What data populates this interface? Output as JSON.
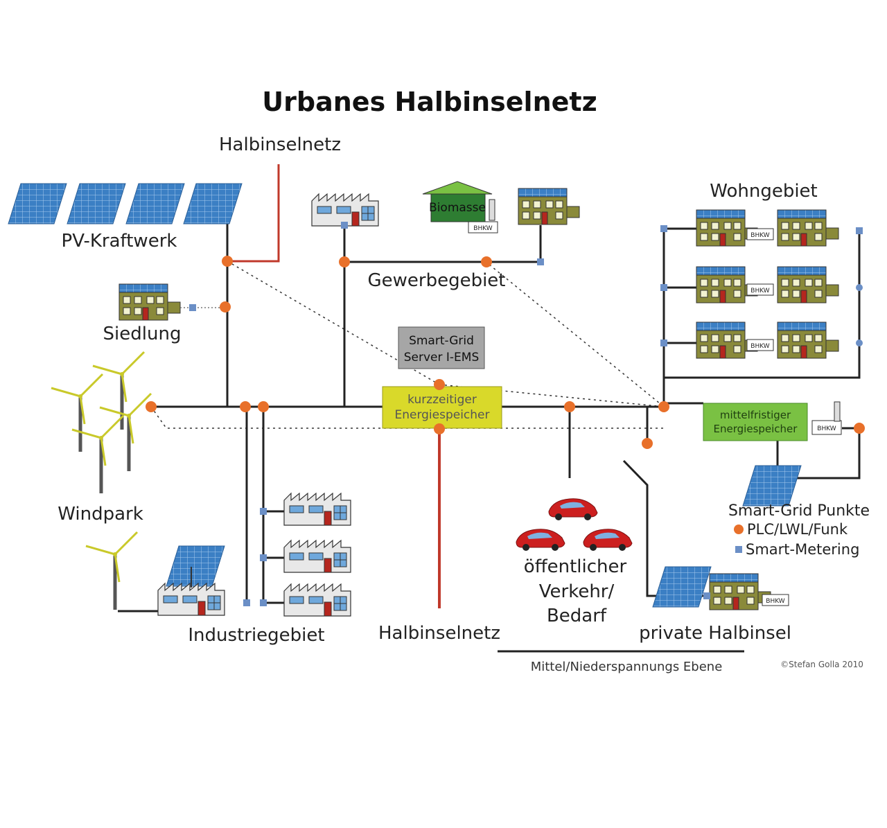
{
  "title": "Urbanes Halbinselnetz",
  "labels": {
    "halbinselnetz_top": "Halbinselnetz",
    "pv_kraftwerk": "PV-Kraftwerk",
    "siedlung": "Siedlung",
    "windpark": "Windpark",
    "industriegebiet": "Industriegebiet",
    "halbinselnetz_bottom": "Halbinselnetz",
    "gewerbegebiet": "Gewerbegebiet",
    "wohngebiet": "Wohngebiet",
    "verkehr_line1": "öffentlicher",
    "verkehr_line2": "Verkehr/",
    "verkehr_line3": "Bedarf",
    "private_halbinsel": "private Halbinsel",
    "spannungsebene": "Mittel/Niederspannungs Ebene",
    "copyright": "©Stefan Golla 2010"
  },
  "boxes": {
    "server_line1": "Smart-Grid",
    "server_line2": "Server I-EMS",
    "kurz_line1": "kurzzeitiger",
    "kurz_line2": "Energiespeicher",
    "mittel_line1": "mittelfristiger",
    "mittel_line2": "Energiespeicher",
    "biomasse": "Biomasse",
    "bhkw": "BHKW"
  },
  "legend": {
    "title": "Smart-Grid Punkte",
    "plc": "PLC/LWL/Funk",
    "metering": "Smart-Metering"
  },
  "colors": {
    "grid_line": "#222222",
    "halbinsel_line": "#c0392b",
    "node_orange": "#e8702a",
    "meter_blue": "#6b8fc6",
    "server_gray": "#a6a6a6",
    "storage_yellow": "#d9d92a",
    "storage_green": "#7ac143",
    "house_olive": "#8a8a3a",
    "car_red": "#cc1f1f",
    "solar_blue": "#3b7fc4"
  }
}
